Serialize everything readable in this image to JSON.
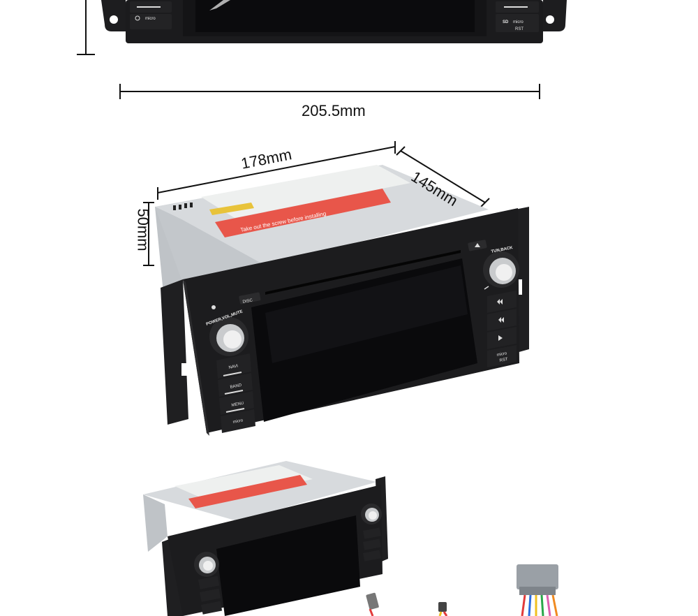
{
  "dimensions": {
    "width_label": "205.5mm",
    "front_width_label": "178mm",
    "depth_label": "145mm",
    "height_label": "50mm"
  },
  "top_unit": {
    "left_button_label": "micro",
    "right_button_label": "micro",
    "right_reset_label": "RST"
  },
  "main_unit": {
    "knob_left_label": "POWER,VOL,MUTE",
    "knob_right_label": "TUN,BACK",
    "disc_label": "DISC",
    "left_buttons": [
      "NAVI",
      "BAND",
      "MENU",
      "micro"
    ],
    "right_reset_label": "RST",
    "right_sd_label": "micro",
    "warning_text": "Take out the screw before installing"
  },
  "colors": {
    "bezel": "#1c1c1e",
    "screen": "#0a0a0c",
    "chassis": "#c9ccd0",
    "warning_band": "#e8564a",
    "label_sticker": "#eef0ef",
    "dimension_line": "#111111"
  }
}
